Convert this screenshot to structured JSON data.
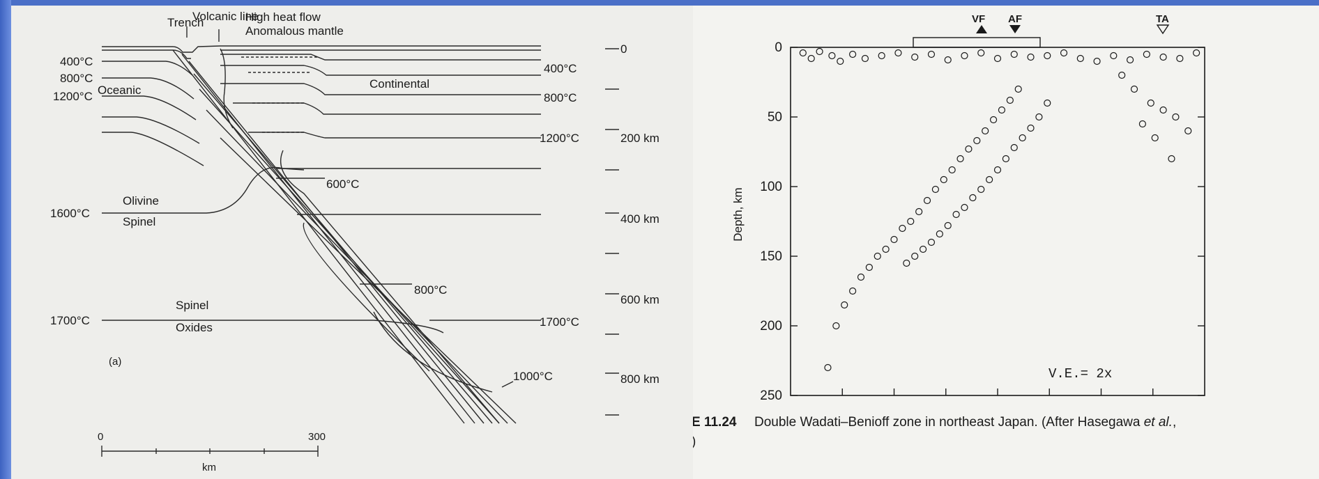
{
  "diagram_a": {
    "labels": {
      "trench": "Trench",
      "volcanic_line": "Volcanic line",
      "high_heat_flow": "High heat flow",
      "anomalous_mantle": "Anomalous mantle",
      "oceanic": "Oceanic",
      "continental": "Continental",
      "olivine": "Olivine",
      "spinel_upper": "Spinel",
      "spinel_lower": "Spinel",
      "oxides": "Oxides",
      "panel": "(a)",
      "km": "km",
      "scale_start": "0",
      "scale_end": "300"
    },
    "isotherms_left": [
      "400°C",
      "800°C",
      "1200°C",
      "1600°C",
      "1700°C"
    ],
    "isotherms_right": [
      "400°C",
      "800°C",
      "1200°C",
      "1700°C"
    ],
    "slab_isotherms": [
      "600°C",
      "800°C",
      "1000°C"
    ],
    "depth_ticks": [
      "0",
      "200 km",
      "400 km",
      "600 km",
      "800 km"
    ]
  },
  "figure_b": {
    "markers": [
      "VF",
      "AF",
      "TA"
    ],
    "ylabel": "Depth, km",
    "yticks": [
      "0",
      "50",
      "100",
      "150",
      "200",
      "250"
    ],
    "annotation": "V.E.= 2x",
    "caption_prefix": "E 11.24",
    "caption_text": "Double Wadati–Benioff zone in northeast Japan. (After Hasegawa ",
    "caption_italic": "et al.",
    "caption_end": ",",
    "caption_line2": ")"
  },
  "chart_data": {
    "type": "scatter",
    "title": "",
    "xlabel": "",
    "ylabel": "Depth, km",
    "ylim": [
      0,
      250
    ],
    "y_inverted": true,
    "note": "V.E.= 2x",
    "series": [
      {
        "x": [
          0.03,
          0.05,
          0.07,
          0.1,
          0.12,
          0.15,
          0.18,
          0.22,
          0.26,
          0.3,
          0.34,
          0.38,
          0.42,
          0.46,
          0.5,
          0.54,
          0.58,
          0.62,
          0.66,
          0.7,
          0.74,
          0.78,
          0.82,
          0.86,
          0.9,
          0.94,
          0.98,
          0.8,
          0.83,
          0.87,
          0.9,
          0.93,
          0.96,
          0.85,
          0.88,
          0.92
        ],
        "y": [
          4,
          8,
          3,
          6,
          10,
          5,
          8,
          6,
          4,
          7,
          5,
          9,
          6,
          4,
          8,
          5,
          7,
          6,
          4,
          8,
          10,
          6,
          9,
          5,
          7,
          8,
          4,
          20,
          30,
          40,
          45,
          50,
          60,
          55,
          65,
          80
        ]
      },
      {
        "x": [
          0.55,
          0.53,
          0.51,
          0.49,
          0.47,
          0.45,
          0.43,
          0.41,
          0.39,
          0.37,
          0.35,
          0.33,
          0.31,
          0.29,
          0.27,
          0.25,
          0.23,
          0.21,
          0.19,
          0.17,
          0.15,
          0.13,
          0.11,
          0.09
        ],
        "y": [
          30,
          38,
          45,
          52,
          60,
          67,
          73,
          80,
          88,
          95,
          102,
          110,
          118,
          125,
          130,
          138,
          145,
          150,
          158,
          165,
          175,
          185,
          200,
          230
        ]
      },
      {
        "x": [
          0.62,
          0.6,
          0.58,
          0.56,
          0.54,
          0.52,
          0.5,
          0.48,
          0.46,
          0.44,
          0.42,
          0.4,
          0.38,
          0.36,
          0.34,
          0.32,
          0.3,
          0.28
        ],
        "y": [
          40,
          50,
          58,
          65,
          72,
          80,
          88,
          95,
          102,
          108,
          115,
          120,
          128,
          134,
          140,
          145,
          150,
          155
        ]
      }
    ]
  }
}
